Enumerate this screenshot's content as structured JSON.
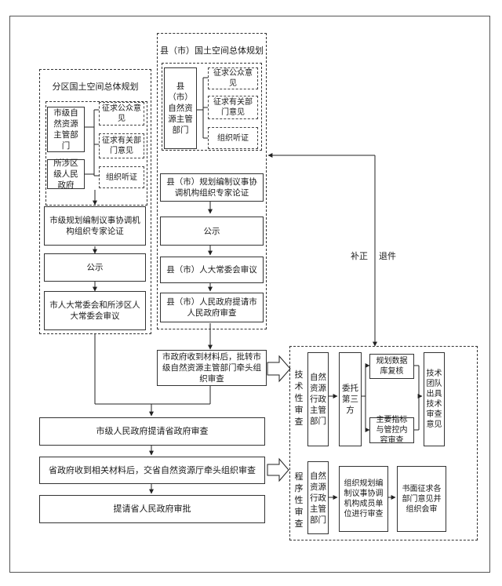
{
  "district": {
    "title": "分区国土空间总体规划",
    "dept": "市级自然资源主管部门",
    "gov": "所涉区级人民政府",
    "public_opinion": "征求公众意见",
    "dept_opinion": "征求有关部门意见",
    "hearing": "组织听证",
    "expert": "市级规划编制议事协调机构组织专家论证",
    "publicity": "公示",
    "review": "市人大常委会和所涉区人大常委会审议"
  },
  "county": {
    "title": "县（市）国土空间总体规划",
    "dept": "县（市）自然资源主管部门",
    "public_opinion": "征求公众意见",
    "dept_opinion": "征求有关部门意见",
    "hearing": "组织听证",
    "expert": "县（市）规划编制议事协调机构组织专家论证",
    "publicity": "公示",
    "review": "县（市）人大常委会审议",
    "submit": "县（市）人民政府提请市人民政府审查"
  },
  "city_receive": "市政府收到材料后，批转市级自然资源主管部门牵头组织审查",
  "city_submit": "市级人民政府提请省政府审查",
  "province_receive": "省政府收到相关材料后，交省自然资源厅牵头组织审查",
  "province_approve": "提请省人民政府审批",
  "feedback": {
    "supplement": "补正",
    "return": "退件"
  },
  "technical": {
    "label": "技术性审查",
    "dept": "自然资源行政主管部门",
    "entrust": "委托第三方",
    "database": "规划数据库复核",
    "indicators": "主要指标与管控内容审查",
    "team": "技术团队出具技术审查意见"
  },
  "procedural": {
    "label": "程序性审查",
    "dept": "自然资源行政主管部门",
    "organize": "组织规划编制议事协调机构成员单位进行审查",
    "written": "书面征求各部门意见并组织会审"
  }
}
